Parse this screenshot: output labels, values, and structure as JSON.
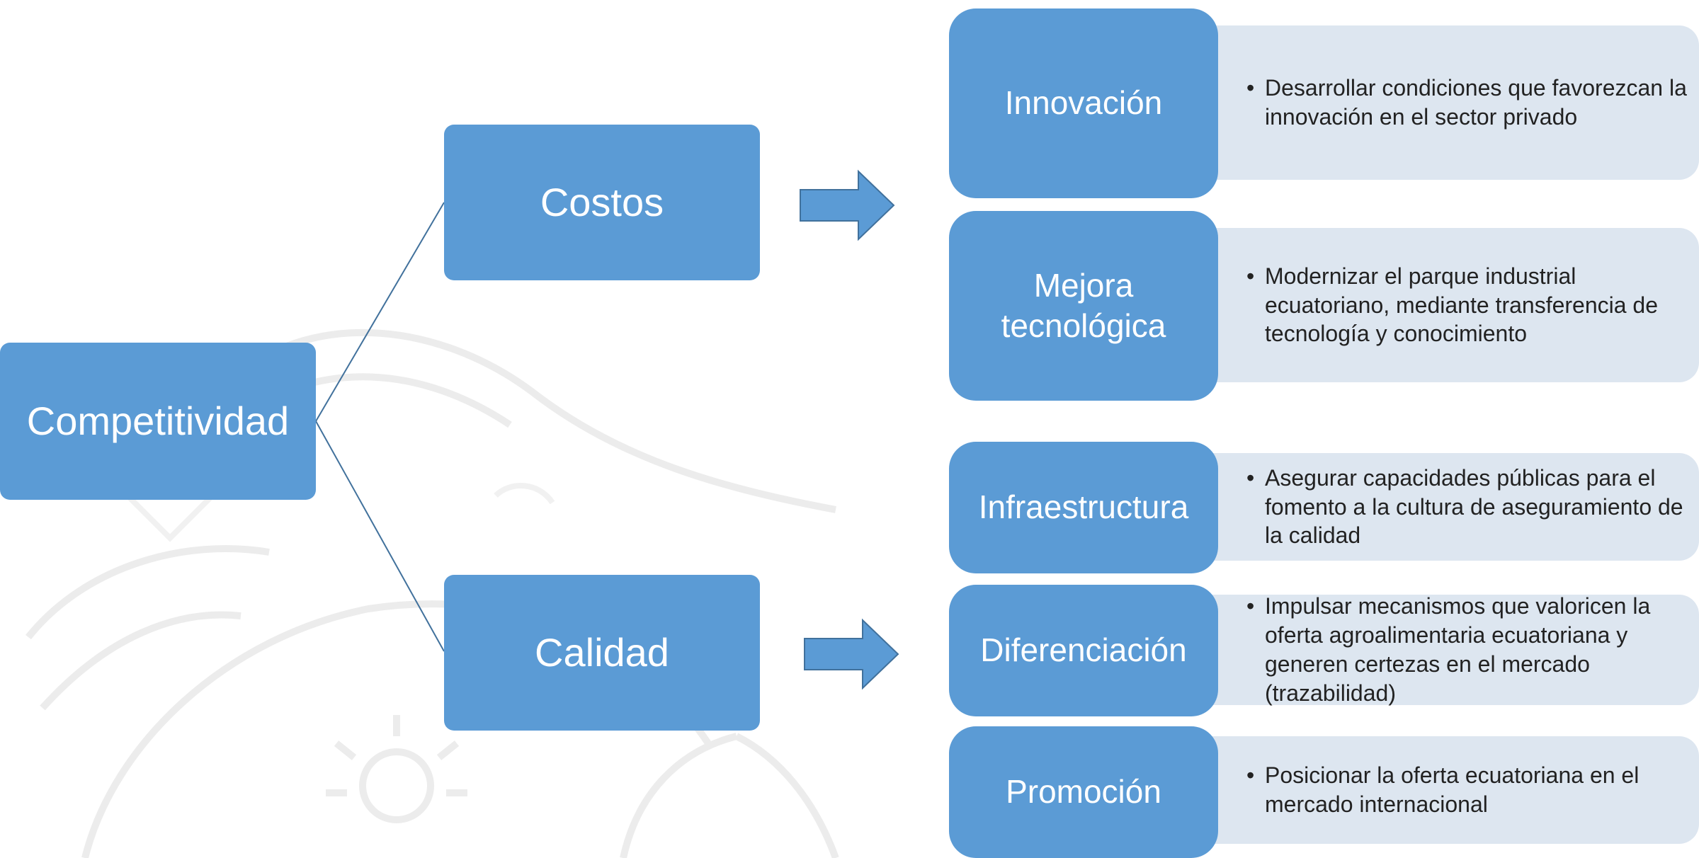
{
  "colors": {
    "box": "#5b9bd5",
    "box_text": "#ffffff",
    "desc_bg": "#dde6f0",
    "desc_text": "#222222",
    "line": "#41719c"
  },
  "root": {
    "label": "Competitividad"
  },
  "branches": [
    {
      "label": "Costos"
    },
    {
      "label": "Calidad"
    }
  ],
  "items": [
    {
      "label": "Innovación",
      "text": "Desarrollar condiciones que favorezcan la innovación en el sector privado"
    },
    {
      "label": "Mejora tecnológica",
      "text": "Modernizar el parque industrial ecuatoriano, mediante transferencia de tecnología y conocimiento"
    },
    {
      "label": "Infraestructura",
      "text": "Asegurar capacidades públicas para el fomento a la cultura de aseguramiento de la calidad"
    },
    {
      "label": "Diferenciación",
      "text": "Impulsar mecanismos que valoricen la oferta agroalimentaria ecuatoriana y generen certezas en el mercado (trazabilidad)"
    },
    {
      "label": "Promoción",
      "text": "Posicionar la oferta  ecuatoriana en el mercado internacional"
    }
  ]
}
